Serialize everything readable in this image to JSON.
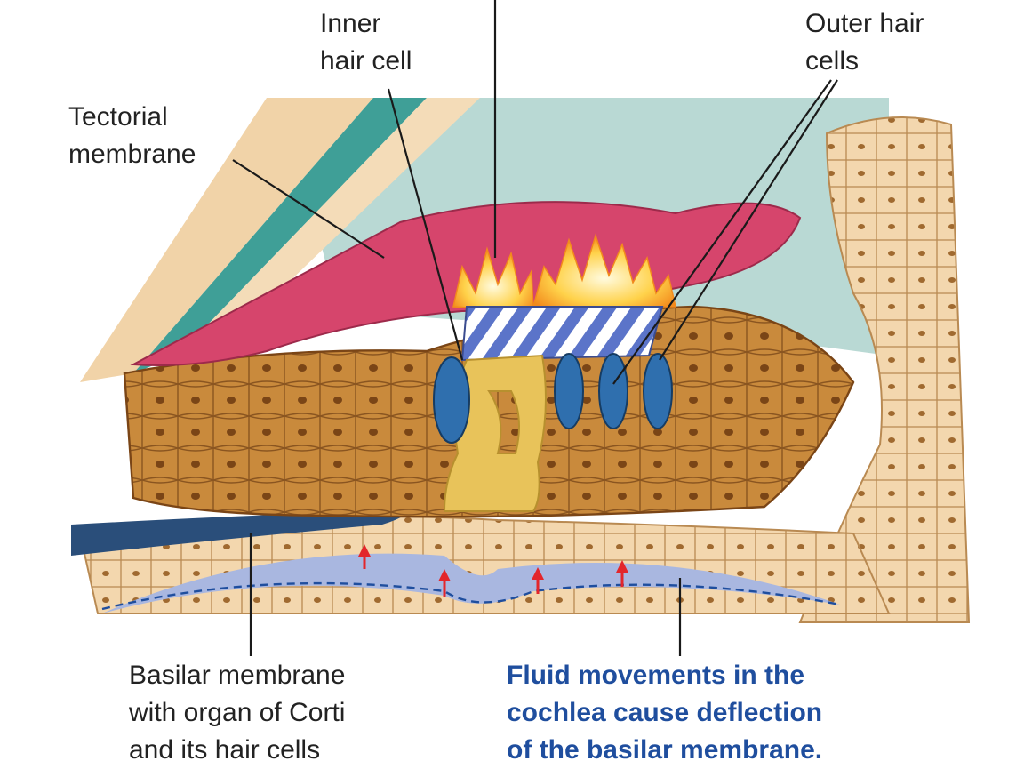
{
  "labels": {
    "inner_hair_cell": [
      "Inner",
      "hair cell"
    ],
    "outer_hair_cells": [
      "Outer hair",
      "cells"
    ],
    "tectorial_membrane": [
      "Tectorial",
      "membrane"
    ],
    "basilar_membrane": [
      "Basilar membrane",
      "with organ of Corti",
      "and its hair cells"
    ]
  },
  "caption": [
    "Fluid movements in the",
    "cochlea cause deflection",
    "of the basilar membrane."
  ],
  "colors": {
    "tectorial": "#d6456c",
    "organ_of_corti": "#c98a3c",
    "support_pillar": "#e8c35a",
    "hair_cell": "#2f6fae",
    "tissue": "#f1d3a8",
    "fluid": "#b9d9d4",
    "basilar_deflection": "#a9b7e0",
    "arrow": "#e3262b",
    "caption": "#1f4e9e"
  },
  "deflection_arrow_count": 4
}
